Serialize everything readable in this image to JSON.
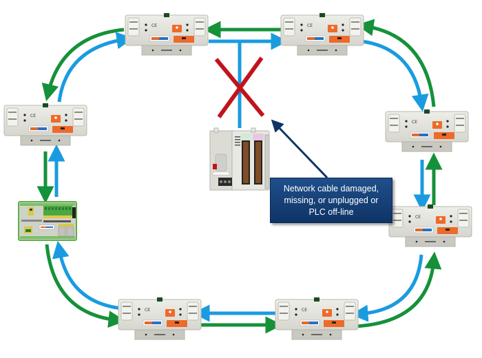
{
  "diagram": {
    "title": "Device-level ring network with broken PLC link",
    "colors": {
      "forward_arrow": "#1a9be0",
      "reverse_arrow": "#15913a",
      "fault_x": "#c0141c",
      "callout_bg": "#174a86",
      "pointer": "#0f3466",
      "device_body": "#e4e4dc",
      "device_accent": "#ee6a2a"
    },
    "nodes": [
      {
        "id": "switch-top-left",
        "type": "ring-switch",
        "icon": "ethernet-switch-icon"
      },
      {
        "id": "switch-top-right",
        "type": "ring-switch",
        "icon": "ethernet-switch-icon"
      },
      {
        "id": "switch-right-upper",
        "type": "ring-switch",
        "icon": "ethernet-switch-icon"
      },
      {
        "id": "switch-right-lower",
        "type": "ring-switch",
        "icon": "ethernet-switch-icon"
      },
      {
        "id": "switch-bottom-right",
        "type": "ring-switch",
        "icon": "ethernet-switch-icon"
      },
      {
        "id": "switch-bottom-left",
        "type": "ring-switch",
        "icon": "ethernet-switch-icon"
      },
      {
        "id": "io-gateway-left",
        "type": "io-module",
        "icon": "din-rail-io-icon"
      },
      {
        "id": "switch-left",
        "type": "ring-switch",
        "icon": "ethernet-switch-icon"
      },
      {
        "id": "plc",
        "type": "plc",
        "icon": "plc-controller-icon"
      }
    ],
    "fault": {
      "icon": "red-x-icon",
      "link": "plc-drop-cable"
    },
    "callout": {
      "lines": [
        "Network cable damaged,",
        "missing, or unplugged or",
        "PLC off-line"
      ]
    }
  }
}
